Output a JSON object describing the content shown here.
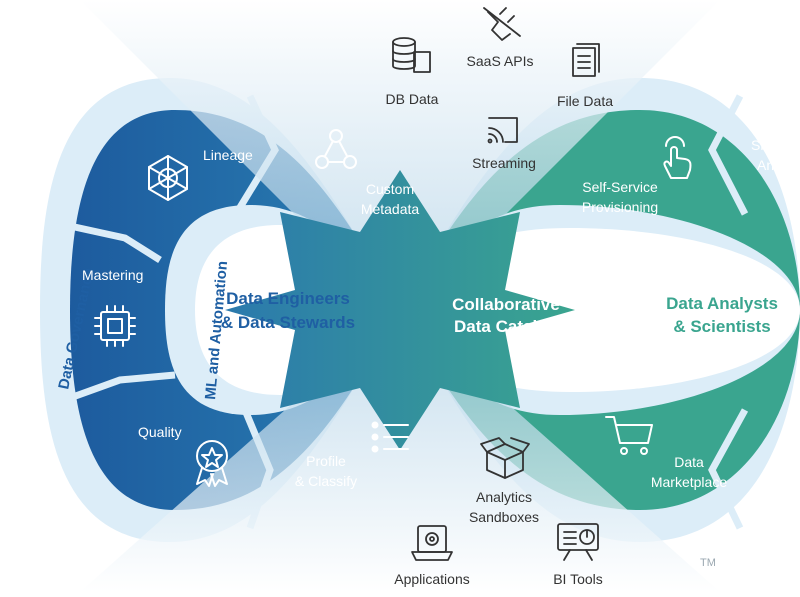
{
  "center": {
    "line1": "Collaborative",
    "line2": "Data Catalog"
  },
  "left_hub": {
    "line1": "Data Engineers",
    "line2": "& Data Stewards"
  },
  "right_hub": {
    "line1": "Data Analysts",
    "line2": "& Scientists"
  },
  "arc_labels": {
    "governance": "Data Governance",
    "ml": "ML and Automation"
  },
  "left_segments": {
    "lineage": "Lineage",
    "custom_metadata": [
      "Custom",
      "Metadata"
    ],
    "mastering": "Mastering",
    "quality": "Quality",
    "profile": [
      "Profile",
      "& Classify"
    ]
  },
  "right_segments": {
    "self_service": [
      "Self-Service",
      "Provisioning"
    ],
    "share": [
      "Share, T",
      "Annot"
    ],
    "marketplace": [
      "Data",
      "Marketplace"
    ]
  },
  "sources": {
    "saas": "SaaS APIs",
    "db": "DB Data",
    "file": "File Data",
    "streaming": "Streaming"
  },
  "consumers": {
    "sandboxes": [
      "Analytics",
      "Sandboxes"
    ],
    "applications": "Applications",
    "bi": "BI Tools"
  },
  "trademark": "TM",
  "colors": {
    "navy": "#1f5fa3",
    "mid_blue": "#2a7bb1",
    "teal": "#3aa58f",
    "light_bg": "#ddeef8",
    "hub_text_blue": "#1f5fa3",
    "hub_text_teal": "#3aa58f"
  },
  "icons": {
    "lineage": "network-sphere-icon",
    "custom_metadata": "graph-nodes-icon",
    "mastering": "chip-icon",
    "quality": "award-ribbon-icon",
    "profile": "list-icon",
    "self_service": "tap-hand-icon",
    "marketplace": "shopping-cart-icon",
    "saas": "unplugged-plug-icon",
    "db": "database-icon",
    "file": "documents-icon",
    "streaming": "cast-icon",
    "sandboxes": "boxes-icon",
    "applications": "laptop-gear-icon",
    "bi": "dashboard-icon"
  }
}
